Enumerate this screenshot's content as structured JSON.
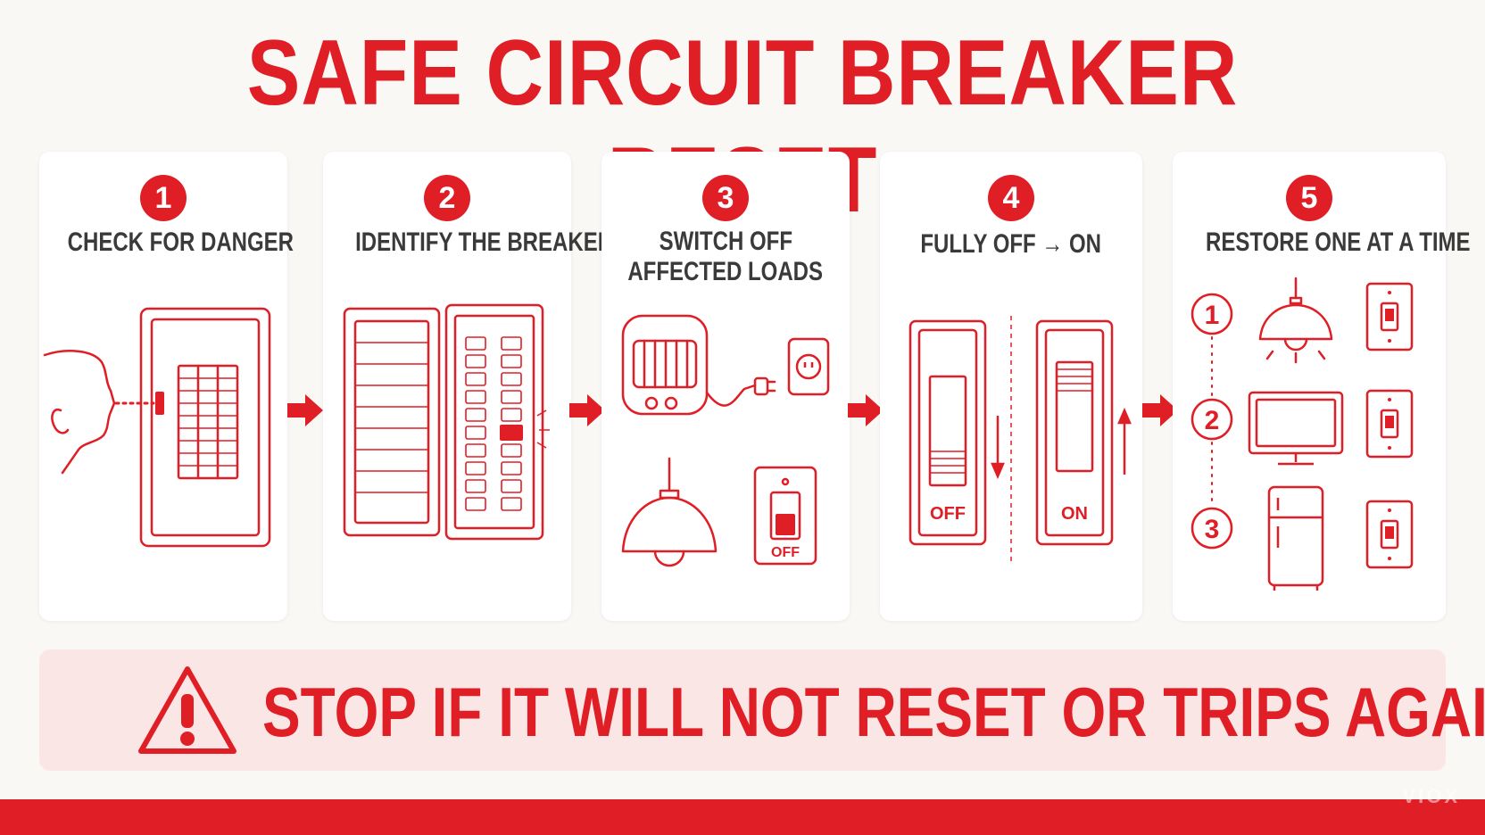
{
  "title": "SAFE CIRCUIT BREAKER RESET",
  "steps": [
    {
      "number": "1",
      "label": "CHECK FOR DANGER"
    },
    {
      "number": "2",
      "label": "IDENTIFY THE BREAKER"
    },
    {
      "number": "3",
      "label_line1": "SWITCH OFF",
      "label_line2": "AFFECTED LOADS",
      "switch_text": "OFF"
    },
    {
      "number": "4",
      "label": "FULLY OFF → ON",
      "off_text": "OFF",
      "on_text": "ON"
    },
    {
      "number": "5",
      "label": "RESTORE ONE AT A TIME",
      "sequence": [
        "1",
        "2",
        "3"
      ]
    }
  ],
  "warning": {
    "text": "STOP IF IT WILL NOT RESET OR TRIPS AGAIN",
    "icon": "warning-triangle-icon"
  },
  "watermark": "VIOX",
  "colors": {
    "accent": "#e01e26",
    "background": "#faf8f5",
    "banner": "#fbe6e6",
    "text": "#3a3a3a"
  }
}
